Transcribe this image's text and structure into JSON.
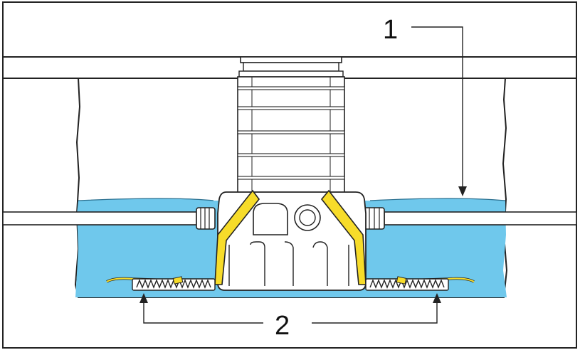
{
  "diagram": {
    "callouts": [
      {
        "number": "1",
        "target": "water-level-line"
      },
      {
        "number": "2",
        "target": "ballast-straps-anchors"
      }
    ]
  },
  "colors": {
    "water": "#6fc8ec",
    "strap": "#f7dc2a",
    "tank": "#ffffff",
    "outline": "#222222",
    "soil": "#ffffff"
  }
}
